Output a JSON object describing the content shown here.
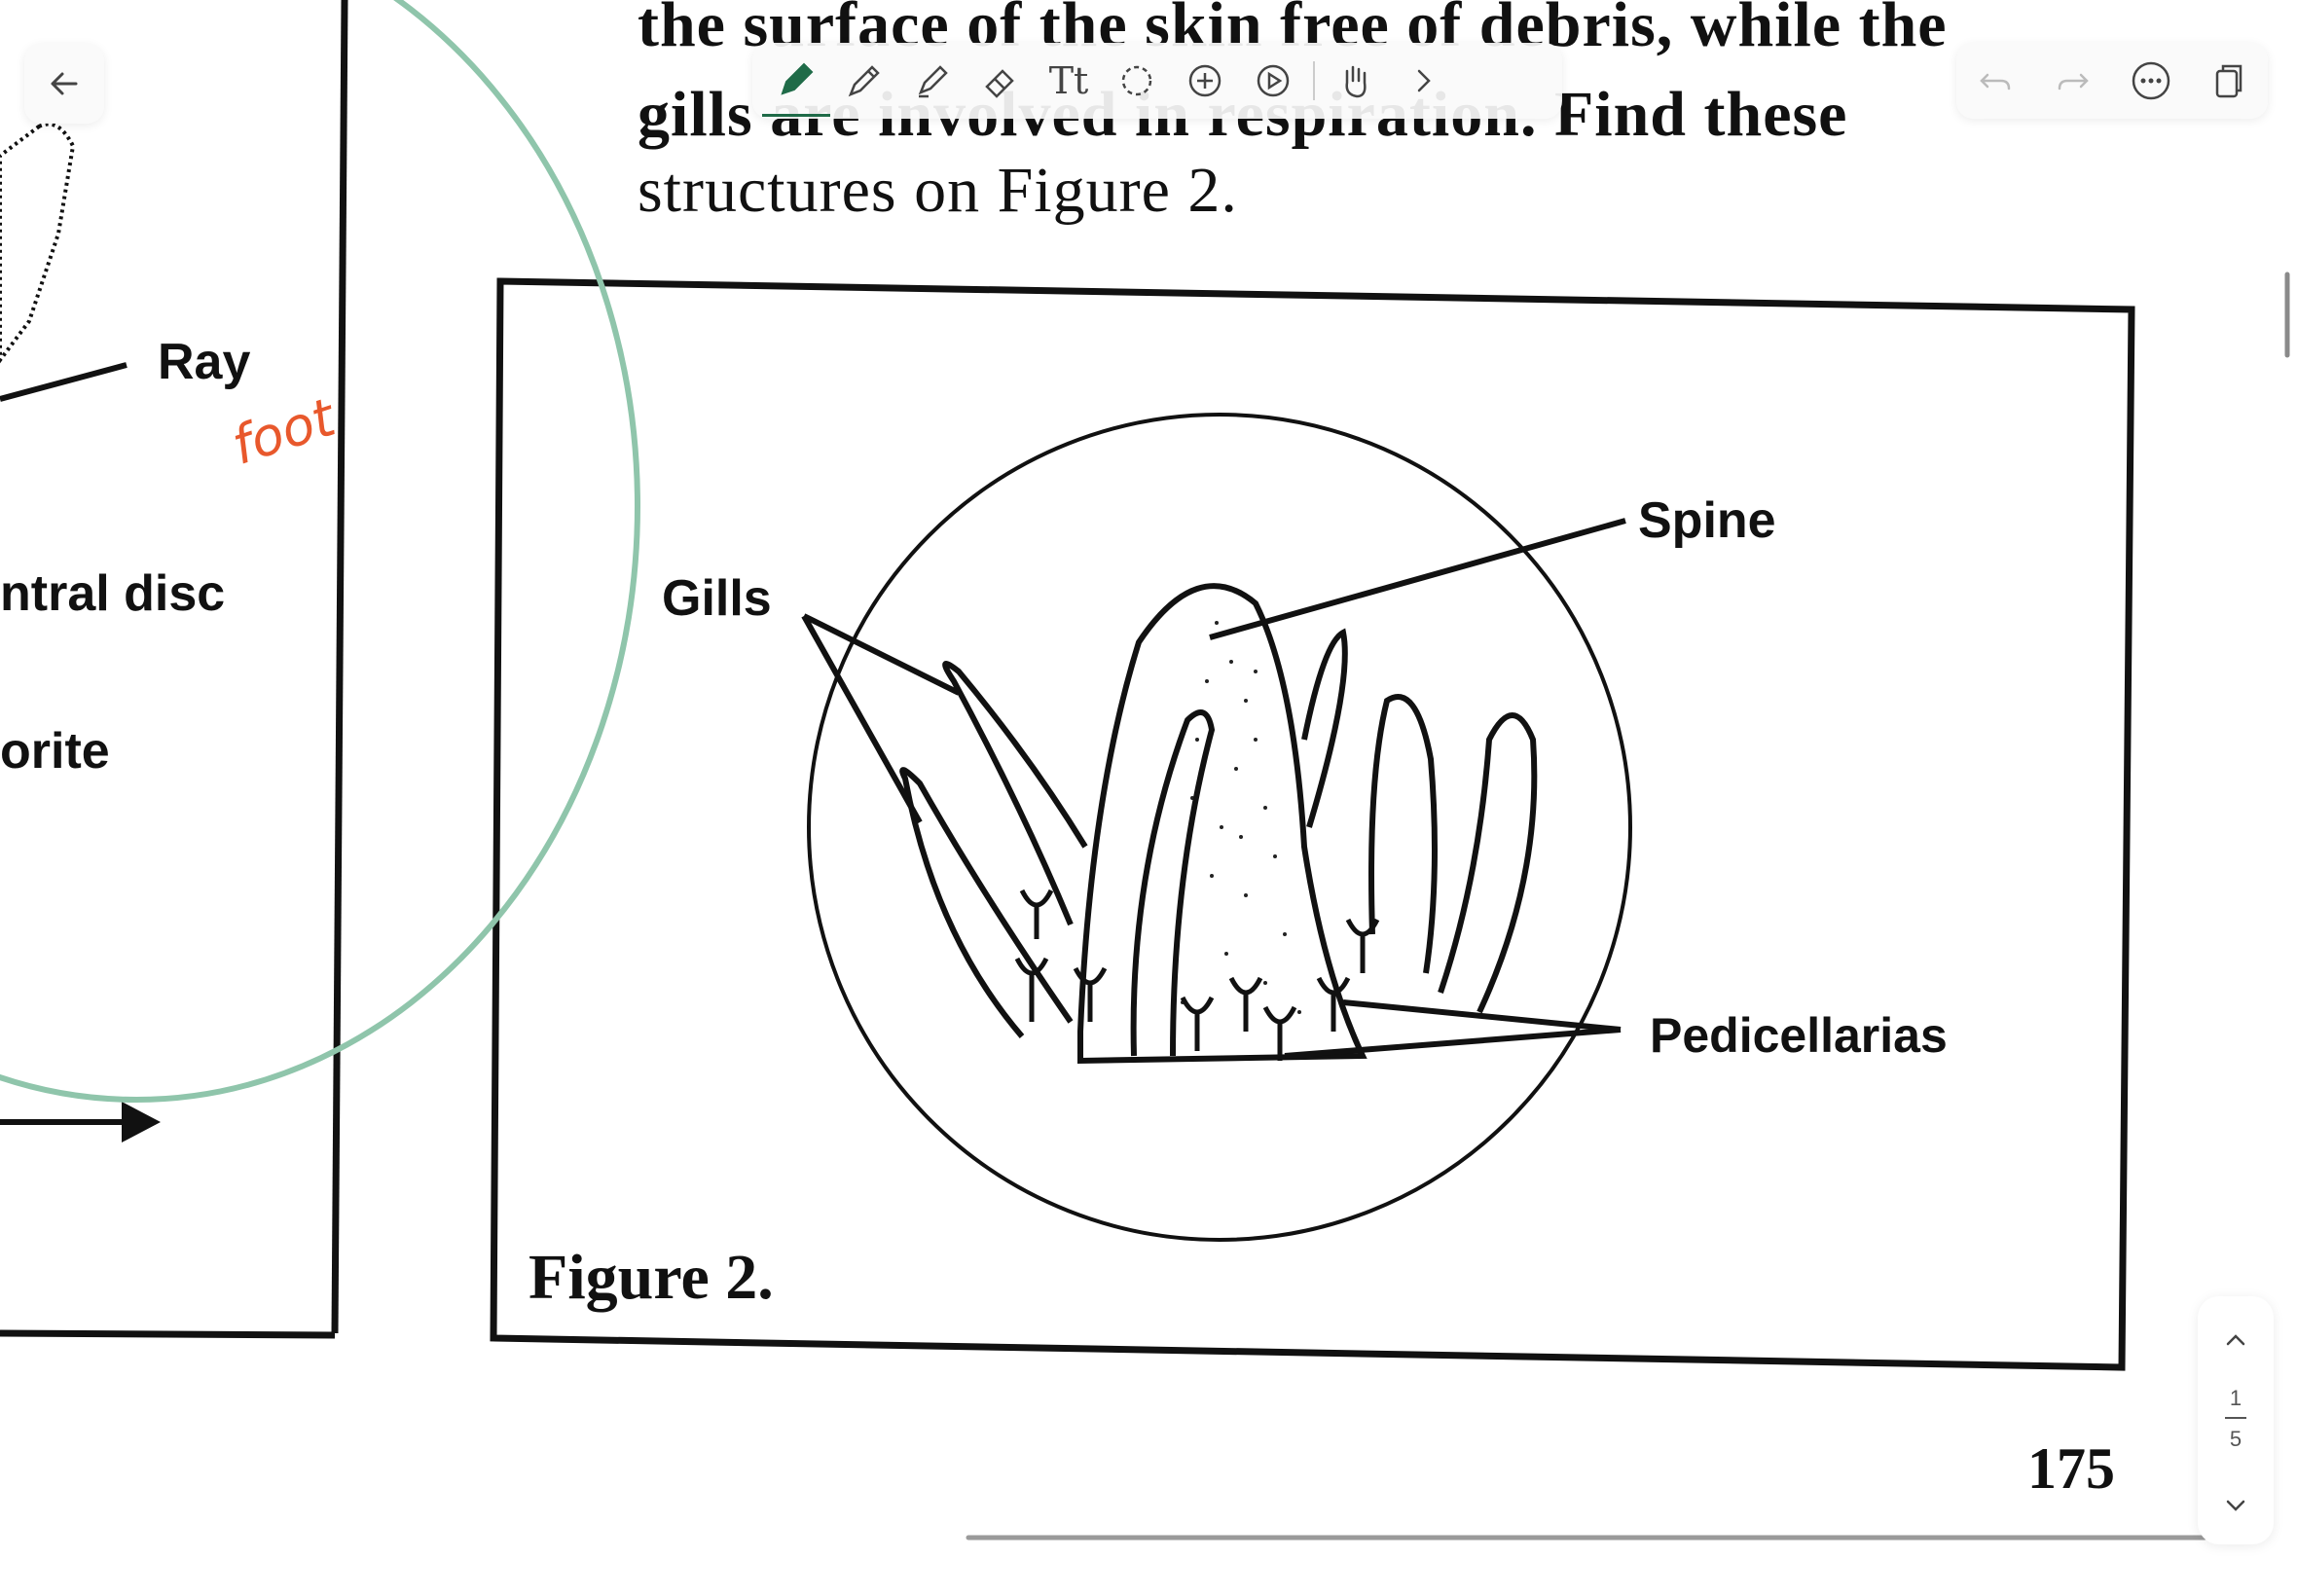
{
  "app": {
    "title": "PDF annotation viewer",
    "accent_color": "#1f6b48",
    "ink_green": "#8fc5ab",
    "ink_orange": "#e8582c"
  },
  "toolbar": {
    "back_icon": "arrow-left-icon",
    "tools": [
      "pen-icon",
      "pencil-icon",
      "highlighter-icon",
      "eraser-icon",
      "text-icon",
      "lasso-icon",
      "add-icon",
      "play-icon",
      "hand-icon",
      "chevron-right-icon"
    ],
    "text_tool_label": "Tt",
    "actions": [
      "undo-icon",
      "redo-icon",
      "more-icon",
      "copy-icon"
    ]
  },
  "document": {
    "paragraph_lines": [
      "the surface of the skin free of debris, while the",
      "gills are involved in respiration. Find these",
      "structures on Figure 2."
    ],
    "left_figure_labels": {
      "ray": "Ray",
      "central_disc": "ntral disc",
      "madreporite": "orite"
    },
    "figure2": {
      "caption": "Figure 2.",
      "labels": {
        "spine": "Spine",
        "gills": "Gills",
        "pedicellarias": "Pedicellarias"
      }
    },
    "page_number": "175"
  },
  "annotations": {
    "handwritten_note": "foot"
  },
  "pager": {
    "current": "1",
    "total": "5",
    "up_icon": "chevron-up-icon",
    "down_icon": "chevron-down-icon"
  }
}
